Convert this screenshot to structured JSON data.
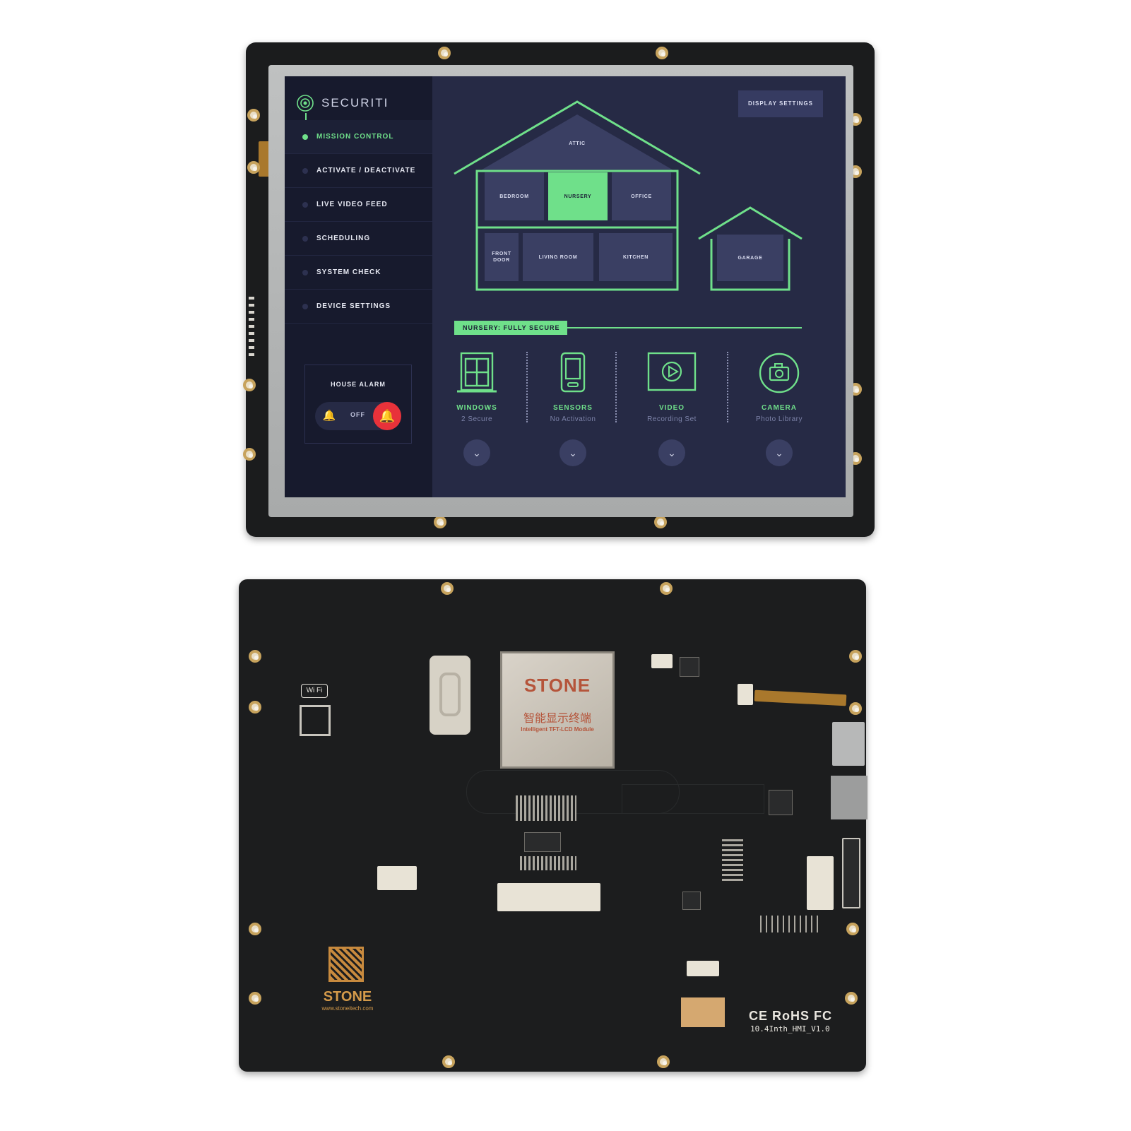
{
  "app": {
    "logo": "SECURITI",
    "nav": [
      {
        "label": "MISSION CONTROL",
        "active": true
      },
      {
        "label": "ACTIVATE / DEACTIVATE",
        "active": false
      },
      {
        "label": "LIVE VIDEO FEED",
        "active": false
      },
      {
        "label": "SCHEDULING",
        "active": false
      },
      {
        "label": "SYSTEM CHECK",
        "active": false
      },
      {
        "label": "DEVICE SETTINGS",
        "active": false
      }
    ],
    "alarm": {
      "title": "HOUSE ALARM",
      "state": "OFF"
    },
    "display_settings": "DISPLAY SETTINGS",
    "rooms": {
      "attic": "ATTIC",
      "bedroom": "BEDROOM",
      "nursery": "NURSERY",
      "office": "OFFICE",
      "front_door": "FRONT DOOR",
      "living_room": "LIVING ROOM",
      "kitchen": "KITCHEN",
      "garage": "GARAGE"
    },
    "status": "NURSERY: FULLY SECURE",
    "features": [
      {
        "title": "WINDOWS",
        "sub": "2 Secure",
        "icon": "window-icon"
      },
      {
        "title": "SENSORS",
        "sub": "No Activation",
        "icon": "phone-sensor-icon"
      },
      {
        "title": "VIDEO",
        "sub": "Recording Set",
        "icon": "video-play-icon"
      },
      {
        "title": "CAMERA",
        "sub": "Photo Library",
        "icon": "camera-icon"
      }
    ],
    "colors": {
      "accent": "#6fe08a",
      "alarm": "#e8323a",
      "panel": "#262a45",
      "sidebar": "#171a2d"
    }
  },
  "board": {
    "chip_brand": "STONE",
    "chip_cn": "智能显示终端",
    "chip_en": "Intelligent TFT-LCD Module",
    "wifi": "Wi Fi",
    "logo": "STONE",
    "url": "www.stoneitech.com",
    "certs": "CE RoHS FC",
    "model": "10.4Inth_HMI_V1.0"
  }
}
